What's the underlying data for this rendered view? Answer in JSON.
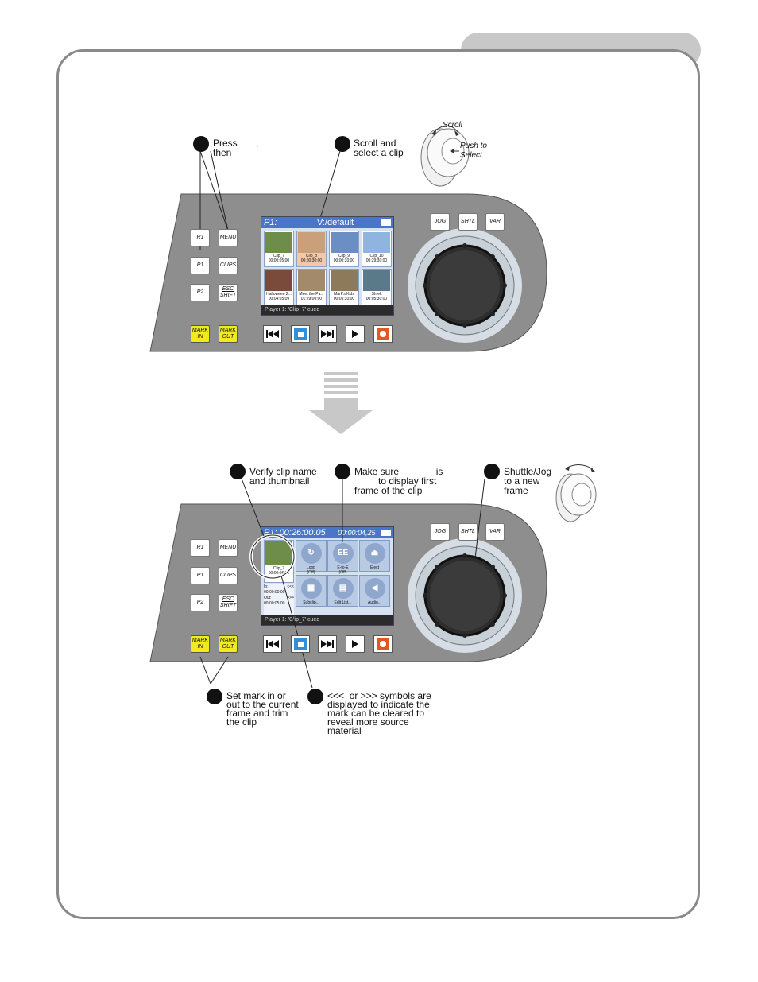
{
  "colors": {
    "panel": "#8e8e8e",
    "frame": "#8a8a8a",
    "tab": "#c8c8c8",
    "yellow": "#f1ea1f",
    "lcd_header": "#4a76c7",
    "stop": "#2f8fd8",
    "record": "#e0591f"
  },
  "top_notes": {
    "step1": "Press       ,\nthen",
    "step2": "Scroll and\nselect a clip",
    "knob_scroll": "Scroll",
    "knob_push": "Push to\nSelect"
  },
  "panel_top": {
    "keys": {
      "r1": "R1",
      "menu": "MENU",
      "p1": "P1",
      "clips": "CLIPS",
      "p2": "P2",
      "esc": "ESC",
      "shift": "SHIFT",
      "mark_in": "MARK\nIN",
      "mark_out": "MARK\nOUT",
      "jog": "JOG",
      "shtl": "SHTL",
      "var": "VAR"
    },
    "lcd": {
      "title_p": "P1:",
      "title_path": "V:/default",
      "clips": [
        {
          "name": "Clip_7",
          "tc": "00:00:05:00"
        },
        {
          "name": "Clip_8",
          "tc": "00:00:30:00"
        },
        {
          "name": "Clip_9",
          "tc": "00:00:30:00"
        },
        {
          "name": "Clip_10",
          "tc": "00:29:30:00"
        },
        {
          "name": "Halloween 2...",
          "tc": "00:04:05:09"
        },
        {
          "name": "Meet the Pa...",
          "tc": "01:29:00:00"
        },
        {
          "name": "Mark's Kids",
          "tc": "00:05:30:00"
        },
        {
          "name": "Shrek",
          "tc": "00:05:30:00"
        }
      ],
      "status": "Player 1: 'Clip_7' cued"
    }
  },
  "panel_bottom": {
    "keys": {
      "r1": "R1",
      "menu": "MENU",
      "p1": "P1",
      "clips": "CLIPS",
      "p2": "P2",
      "esc": "ESC",
      "shift": "SHIFT",
      "mark_in": "MARK\nIN",
      "mark_out": "MARK\nOUT",
      "jog": "JOG",
      "shtl": "SHTL",
      "var": "VAR"
    },
    "lcd": {
      "timecode": "P1: 00:26:00:05",
      "duration": "00:00:04,25",
      "clip_name": "Clip_7",
      "clip_tc": "00:00:05:00",
      "buttons": [
        {
          "label": "Loop\n(Off)",
          "icon": "loop-icon"
        },
        {
          "label": "E-to-E\n(Off)",
          "icon": "ee-icon",
          "glyph": "EE"
        },
        {
          "label": "Eject",
          "icon": "eject-icon"
        },
        {
          "label": "Subclip...",
          "icon": "subclip-icon"
        },
        {
          "label": "Edit List...",
          "icon": "edit-list-icon"
        },
        {
          "label": "Audio...",
          "icon": "audio-icon"
        }
      ],
      "in_label": "In:",
      "in_arrows": "<<<",
      "in_tc": "00:00:00;00",
      "out_label": "Out:",
      "out_arrows": ">>>",
      "out_tc": "00:00:05;00",
      "status": "Player 1: 'Clip_7' cued"
    }
  },
  "bottom_notes": {
    "step3": "Verify clip name\nand thumbnail",
    "step4": "Make sure              is\n         to display first\nframe of the clip",
    "step5": "Shuttle/Jog\nto a new\nframe",
    "step6": "Set mark in or\nout to the current\nframe and trim\nthe clip",
    "step7": "<<<  or >>> symbols are\ndisplayed to indicate the\nmark can be cleared to\nreveal more source\nmaterial"
  }
}
